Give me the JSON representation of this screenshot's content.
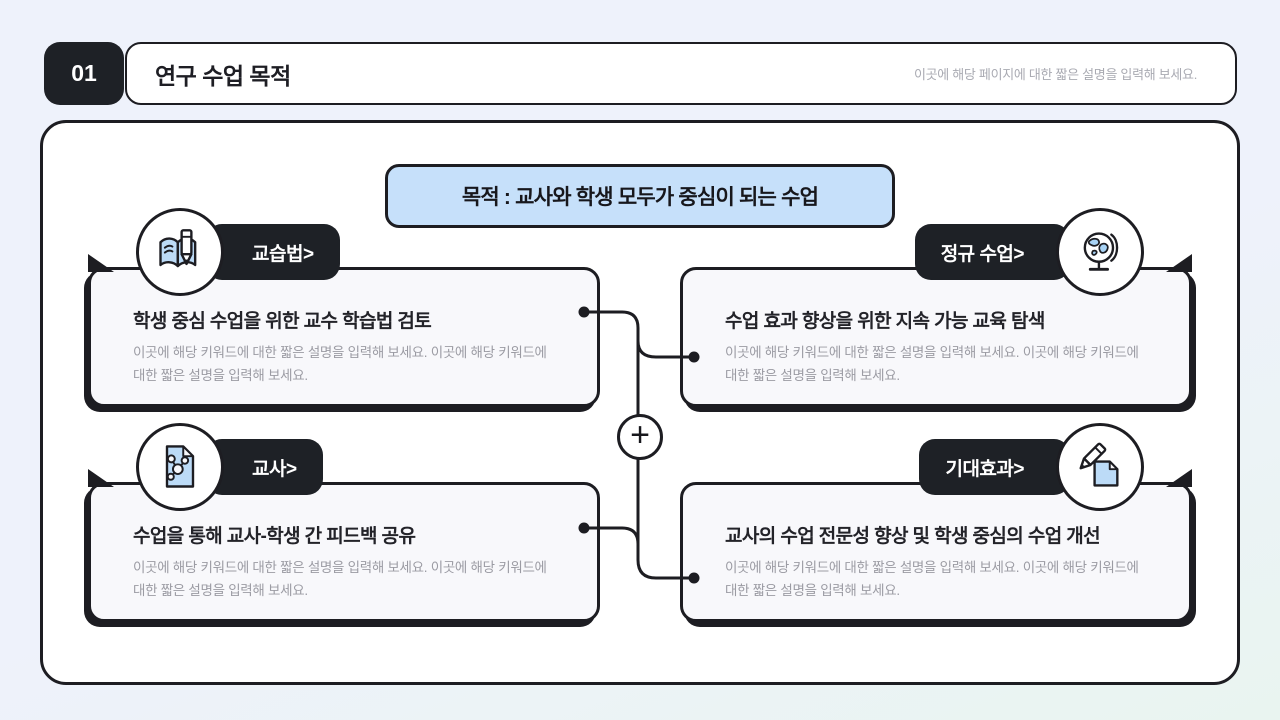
{
  "header": {
    "number": "01",
    "title": "연구 수업 목적",
    "subtitle": "이곳에 해당 페이지에 대한 짧은 설명을 입력해 보세요."
  },
  "goal_banner": {
    "text": "목적 : 교사와 학생 모두가 중심이 되는 수업"
  },
  "connector": {
    "plus": "+"
  },
  "cards": [
    {
      "id": "teaching-method",
      "badge": "교습법>",
      "icon": "book-pencil-icon",
      "title": "학생 중심 수업을 위한 교수 학습법 검토",
      "description": "이곳에 해당 키워드에 대한 짧은 설명을 입력해 보세요. 이곳에 해당 키워드에 대한 짧은 설명을 입력해 보세요."
    },
    {
      "id": "regular-class",
      "badge": "정규 수업>",
      "icon": "globe-icon",
      "title": "수업 효과 향상을 위한 지속 가능 교육 탐색",
      "description": "이곳에 해당 키워드에 대한 짧은 설명을 입력해 보세요. 이곳에 해당 키워드에 대한 짧은 설명을 입력해 보세요."
    },
    {
      "id": "teacher",
      "badge": "교사>",
      "icon": "document-share-icon",
      "title": "수업을 통해 교사-학생 간 피드백 공유",
      "description": "이곳에 해당 키워드에 대한 짧은 설명을 입력해 보세요. 이곳에 해당 키워드에 대한 짧은 설명을 입력해 보세요."
    },
    {
      "id": "expected-effect",
      "badge": "기대효과>",
      "icon": "pencil-document-icon",
      "title": "교사의 수업 전문성 향상 및 학생 중심의 수업 개선",
      "description": "이곳에 해당 키워드에 대한 짧은 설명을 입력해 보세요. 이곳에 해당 키워드에 대한 짧은 설명을 입력해 보세요."
    }
  ],
  "colors": {
    "dark": "#1d1d22",
    "badge_bg": "#1e2126",
    "banner_blue": "#c6e0fa",
    "icon_blue": "#bcdbf7",
    "background": "#eef2fb",
    "card_bg": "#f8f8fb",
    "muted_text": "#9b9ba3"
  }
}
